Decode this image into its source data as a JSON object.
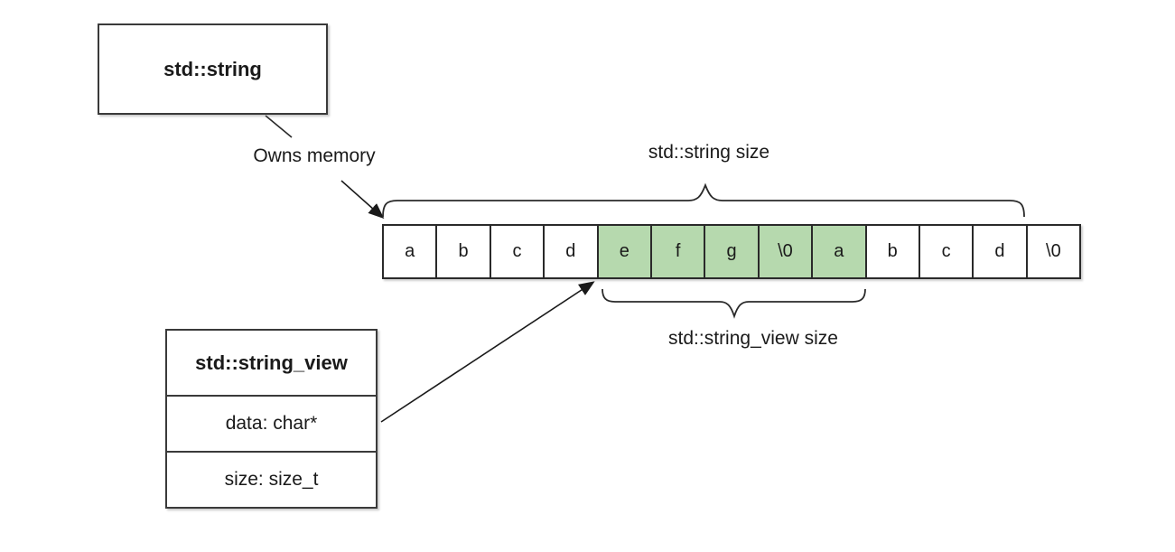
{
  "diagram": {
    "string_box": {
      "title": "std::string"
    },
    "owns_memory_label": "Owns memory",
    "string_size_label": "std::string size",
    "string_view_size_label": "std::string_view size",
    "string_view_box": {
      "title": "std::string_view",
      "fields": [
        {
          "label": "data: char*"
        },
        {
          "label": "size: size_t"
        }
      ]
    },
    "memory_array": {
      "cells": [
        {
          "char": "a",
          "highlighted": false
        },
        {
          "char": "b",
          "highlighted": false
        },
        {
          "char": "c",
          "highlighted": false
        },
        {
          "char": "d",
          "highlighted": false
        },
        {
          "char": "e",
          "highlighted": true
        },
        {
          "char": "f",
          "highlighted": true
        },
        {
          "char": "g",
          "highlighted": true
        },
        {
          "char": "\\0",
          "highlighted": true
        },
        {
          "char": "a",
          "highlighted": true
        },
        {
          "char": "b",
          "highlighted": false
        },
        {
          "char": "c",
          "highlighted": false
        },
        {
          "char": "d",
          "highlighted": false
        },
        {
          "char": "\\0",
          "highlighted": false
        }
      ]
    },
    "colors": {
      "highlight_green": "#b6d9ae",
      "line": "#2a2a2a",
      "background": "#ffffff"
    }
  }
}
